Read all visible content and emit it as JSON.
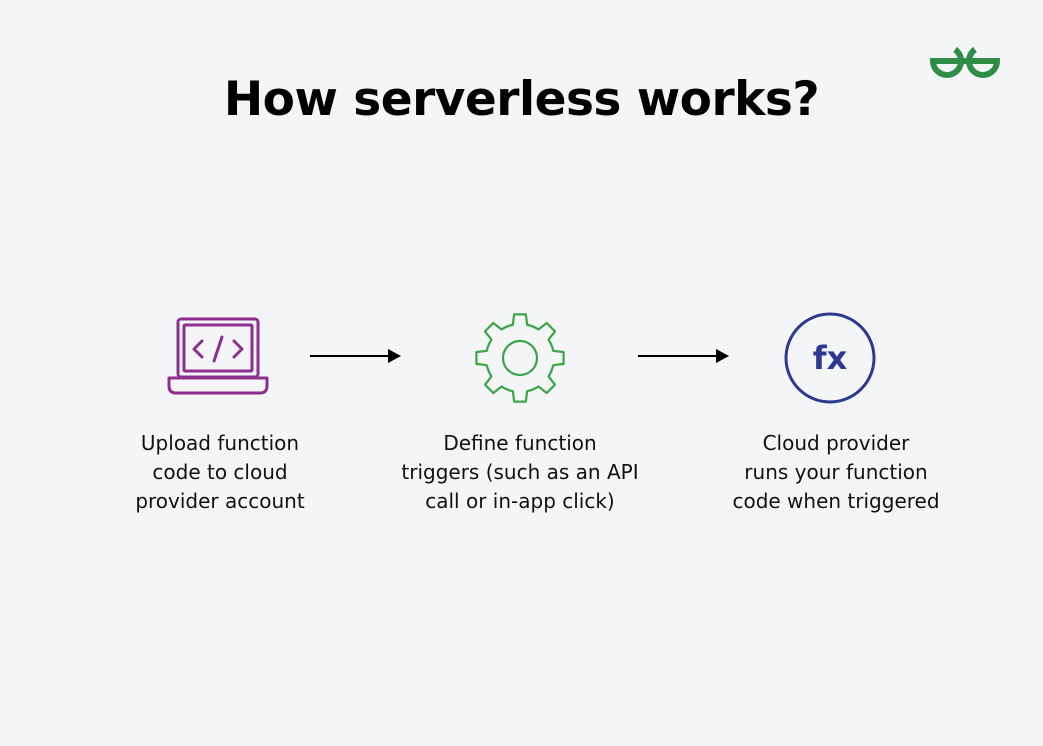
{
  "title": "How serverless works?",
  "logo": {
    "icon": "geeksforgeeks-logo-icon",
    "color": "#2f8d46"
  },
  "steps": [
    {
      "icon": "laptop-code-icon",
      "color": "#8c2f8f",
      "lines": [
        "Upload function",
        "code to cloud",
        "provider account"
      ]
    },
    {
      "icon": "gear-icon",
      "color": "#3aa545",
      "lines": [
        "Define function",
        "triggers (such as an API",
        "call or in-app click)"
      ]
    },
    {
      "icon": "fx-function-icon",
      "color": "#2b3990",
      "symbol": "fx",
      "lines": [
        "Cloud provider",
        "runs your function",
        "code when triggered"
      ]
    }
  ],
  "arrows": [
    {
      "icon": "arrow-right-icon"
    },
    {
      "icon": "arrow-right-icon"
    }
  ]
}
